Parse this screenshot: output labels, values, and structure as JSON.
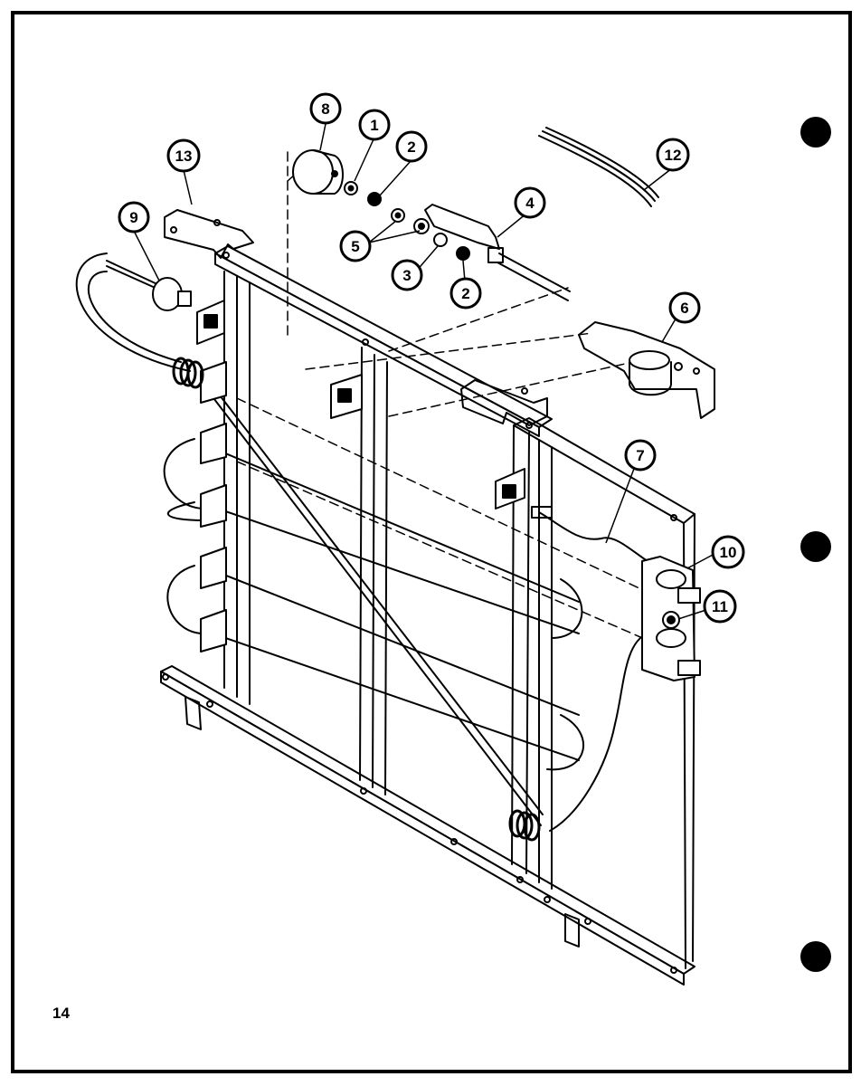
{
  "page": {
    "number": "14"
  },
  "callouts": [
    {
      "id": "c8a",
      "label": "8"
    },
    {
      "id": "c1",
      "label": "1"
    },
    {
      "id": "c2a",
      "label": "2"
    },
    {
      "id": "c12",
      "label": "12"
    },
    {
      "id": "c13",
      "label": "13"
    },
    {
      "id": "c9",
      "label": "9"
    },
    {
      "id": "c4",
      "label": "4"
    },
    {
      "id": "c5",
      "label": "5"
    },
    {
      "id": "c3",
      "label": "3"
    },
    {
      "id": "c2b",
      "label": "2"
    },
    {
      "id": "c6",
      "label": "6"
    },
    {
      "id": "c7",
      "label": "7"
    },
    {
      "id": "c10",
      "label": "10"
    },
    {
      "id": "c11",
      "label": "11"
    }
  ]
}
